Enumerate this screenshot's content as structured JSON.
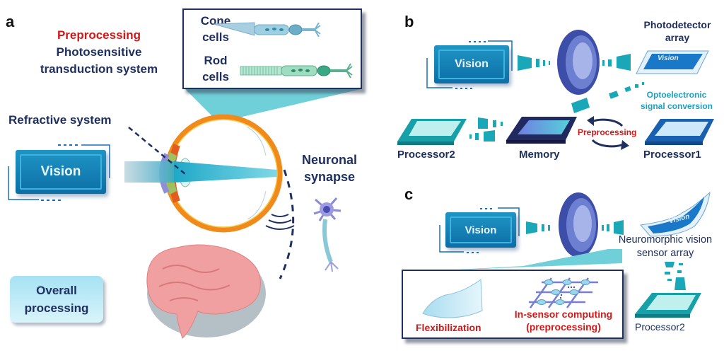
{
  "panels": {
    "a": {
      "letter": "a",
      "preprocessing_label": "Preprocessing",
      "photosensitive_label_line1": "Photosensitive",
      "photosensitive_label_line2": "transduction system",
      "cone_cells_line1": "Cone",
      "cone_cells_line2": "cells",
      "rod_cells_line1": "Rod",
      "rod_cells_line2": "cells",
      "refractive_label": "Refractive system",
      "vision_label": "Vision",
      "neuronal_line1": "Neuronal",
      "neuronal_line2": "synapse",
      "overall_line1": "Overall",
      "overall_line2": "processing",
      "icons": [
        "eye-icon",
        "brain-icon",
        "neuron-icon",
        "cone-cell-icon",
        "rod-cell-icon",
        "signal-wave-icon"
      ]
    },
    "b": {
      "letter": "b",
      "vision_label": "Vision",
      "photodetector_line1": "Photodetector",
      "photodetector_line2": "array",
      "array_screen_label": "Vision",
      "optoelectronic_line1": "Optoelectronic",
      "optoelectronic_line2": "signal conversion",
      "processor2_label": "Processor2",
      "memory_label": "Memory",
      "preprocessing_label": "Preprocessing",
      "processor1_label": "Processor1",
      "icons": [
        "lens-icon",
        "chip-icon",
        "cycle-arrows-icon"
      ]
    },
    "c": {
      "letter": "c",
      "vision_label": "Vision",
      "sensor_screen_label": "Vision",
      "neuromorphic_line1": "Neuromorphic vision",
      "neuromorphic_line2": "sensor array",
      "flexibilization_label": "Flexibilization",
      "insensor_line1": "In-sensor computing",
      "insensor_line2": "(preprocessing)",
      "processor2_label": "Processor2",
      "icons": [
        "lens-icon",
        "flexible-sheet-icon",
        "crossbar-array-icon",
        "chip-icon"
      ]
    }
  },
  "colors": {
    "navy": "#1f3060",
    "red": "#d01818",
    "teal": "#1aa0c0",
    "vision_blue": "#0c6ea6",
    "beam_cyan": "#5cc8d6"
  }
}
